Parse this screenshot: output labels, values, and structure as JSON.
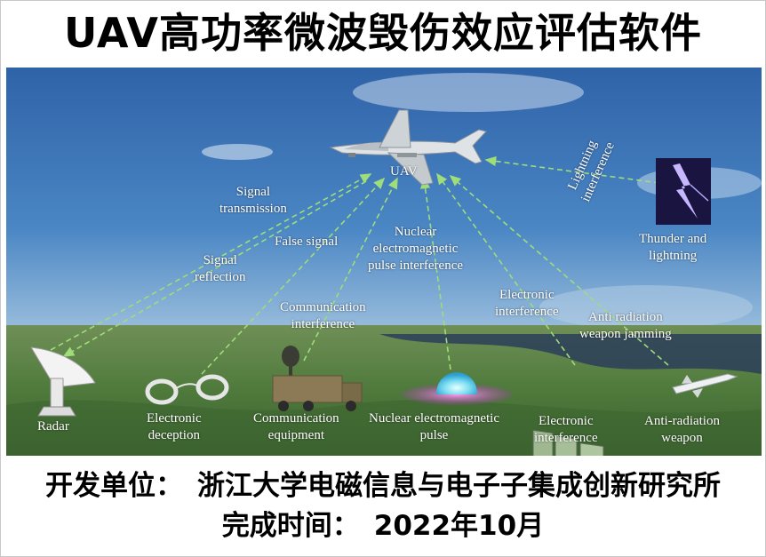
{
  "title": "UAV高功率微波毁伤效应评估软件",
  "diagram": {
    "center": "UAV",
    "labels": {
      "signal_transmission": "Signal\ntransmission",
      "false_signal": "False signal",
      "signal_reflection": "Signal\nreflection",
      "nuclear_emp_interference": "Nuclear\nelectromagnetic\npulse interference",
      "communication_interference": "Communication\ninterference",
      "electronic_interference_link": "Electronic\ninterference",
      "anti_radiation_jamming": "Anti radiation\nweapon jamming",
      "lightning_interference": "Lightning\ninterference",
      "thunder_lightning": "Thunder and\nlightning"
    },
    "sources": {
      "radar": "Radar",
      "electronic_deception": "Electronic\ndeception",
      "communication_equipment": "Communication\nequipment",
      "nuclear_emp": "Nuclear electromagnetic\npulse",
      "electronic_interference": "Electronic\ninterference",
      "anti_radiation_weapon": "Anti-radiation\nweapon"
    },
    "colors": {
      "arrow": "#9fdc7a",
      "label": "#ffffff",
      "sky": "#3f78b8",
      "ground": "#4d7a3a"
    }
  },
  "footer": {
    "developer_label": "开发单位：",
    "developer_value": "浙江大学电磁信息与电子子集成创新研究所",
    "date_label": "完成时间：",
    "date_value": "2022年10月"
  }
}
